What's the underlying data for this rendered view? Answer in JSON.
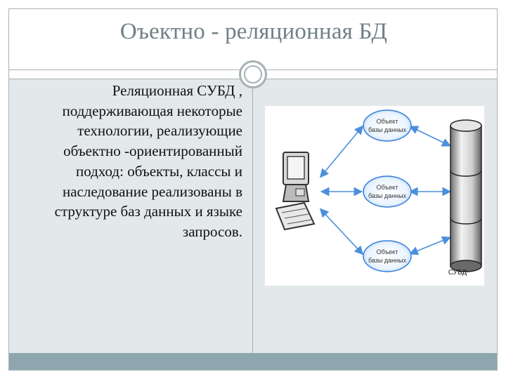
{
  "slide": {
    "title": "Оъектно - реляционная БД",
    "body": "Реляционная СУБД , поддерживающая некоторые технологии, реализующие объектно -ориентированный подход: объекты, классы и наследование реализованы в структуре баз данных и языке запросов."
  },
  "figure": {
    "object_nodes": [
      {
        "line1": "Объект",
        "line2": "базы данных"
      },
      {
        "line1": "Объект",
        "line2": "базы данных"
      },
      {
        "line1": "Объект",
        "line2": "базы данных"
      }
    ],
    "dbms_label": "СУБД"
  },
  "colors": {
    "title": "#6f7f86",
    "content_bg": "#e3e8ea",
    "bottom_band": "#8ea7ae",
    "arrow": "#4b8fdc"
  }
}
